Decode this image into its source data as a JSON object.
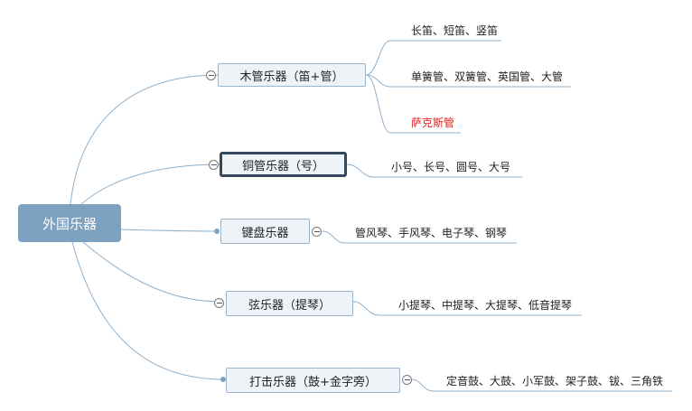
{
  "root": {
    "label": "外国乐器"
  },
  "branches": [
    {
      "label": "木管乐器（笛+管）",
      "leaves": [
        "长笛、短笛、竖笛",
        "单簧管、双簧管、英国管、大管",
        "萨克斯管"
      ]
    },
    {
      "label": "铜管乐器（号）",
      "leaves": [
        "小号、长号、圆号、大号"
      ]
    },
    {
      "label": "键盘乐器",
      "leaves": [
        "管风琴、手风琴、电子琴、钢琴"
      ]
    },
    {
      "label": "弦乐器（提琴）",
      "leaves": [
        "小提琴、中提琴、大提琴、低音提琴"
      ]
    },
    {
      "label": "打击乐器（鼓+金字旁）",
      "leaves": [
        "定音鼓、大鼓、小军鼓、架子鼓、钹、三角铁"
      ]
    }
  ],
  "colors": {
    "root_fill": "#7ca1c1",
    "line": "#8fb0cc",
    "highlight_leaf": "#e02020"
  }
}
